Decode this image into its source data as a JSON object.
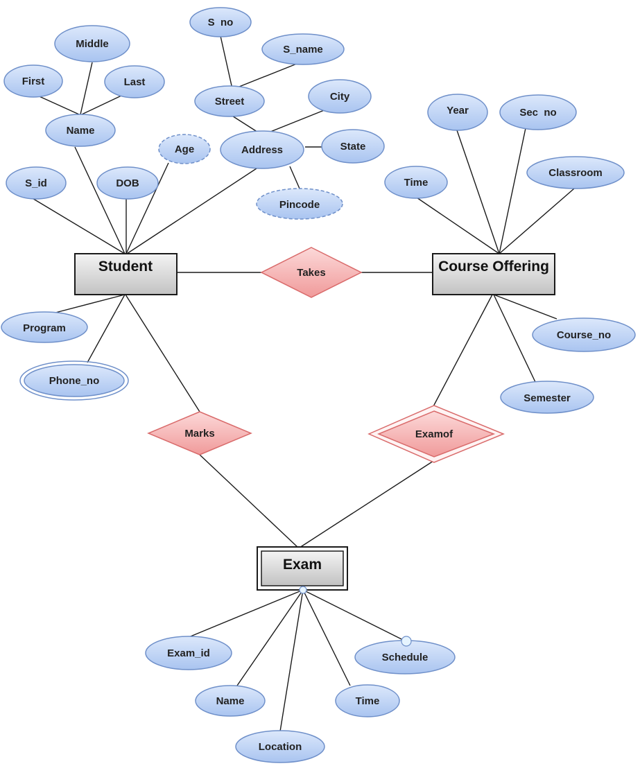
{
  "entities": {
    "student": "Student",
    "course_offering": "Course Offering",
    "exam": "Exam"
  },
  "relationships": {
    "takes": "Takes",
    "marks": "Marks",
    "examof": "Examof"
  },
  "attributes": {
    "s_no": "S  no",
    "s_name": "S_name",
    "middle": "Middle",
    "first": "First",
    "last": "Last",
    "street": "Street",
    "city": "City",
    "name_student": "Name",
    "age": "Age",
    "address": "Address",
    "state": "State",
    "s_id": "S_id",
    "dob": "DOB",
    "pincode": "Pincode",
    "year": "Year",
    "sec_no": "Sec  no",
    "time_course": "Time",
    "classroom": "Classroom",
    "program": "Program",
    "phone_no": "Phone_no",
    "course_no": "Course_no",
    "semester": "Semester",
    "exam_id": "Exam_id",
    "schedule": "Schedule",
    "name_exam": "Name",
    "time_exam": "Time",
    "location": "Location"
  },
  "colors": {
    "attribute_fill_top": "#dce8fb",
    "attribute_fill_bottom": "#a9c4f0",
    "attribute_stroke": "#6e8fc9",
    "entity_fill_top": "#f2f2f2",
    "entity_fill_bottom": "#c4c4c4",
    "relationship_fill_top": "#fbd3d3",
    "relationship_fill_bottom": "#f29c9c",
    "relationship_stroke": "#d96b6b"
  }
}
